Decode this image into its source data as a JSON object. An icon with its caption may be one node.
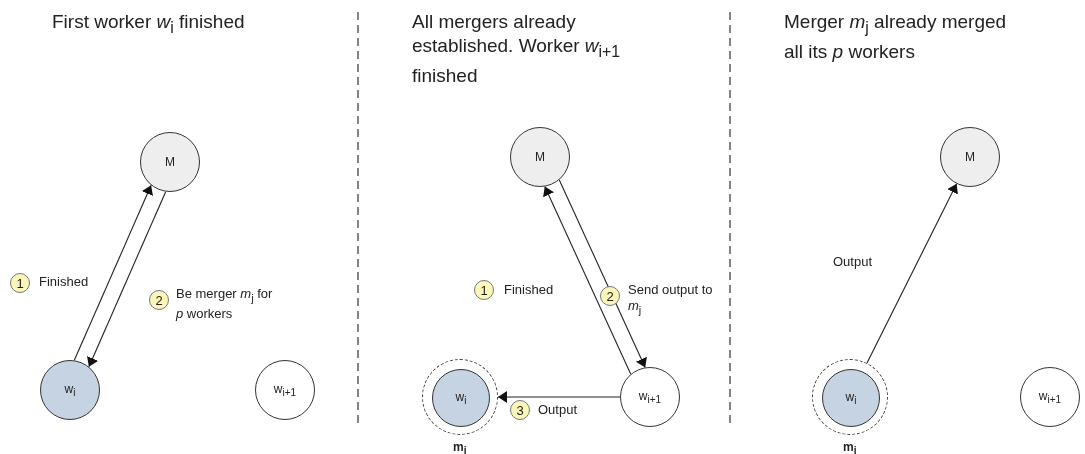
{
  "diagram": {
    "nodes": [
      {
        "text": [
          "M"
        ]
      },
      {
        "text": [
          "w$_{i}$"
        ]
      },
      {
        "text": [
          "w$_{i+1}$"
        ]
      },
      {
        "text": [
          "M"
        ]
      },
      {
        "text": [],
        "shape": "circle",
        "beside": [
          "m$_{i}$"
        ]
      },
      {
        "text": [
          "w$_{i}$"
        ],
        "in": 4
      },
      {
        "text": [
          "w$_{i+1}$"
        ]
      },
      {
        "text": [
          "M"
        ]
      },
      {
        "text": [],
        "shape": "circle",
        "beside": [
          "m$_{i}$"
        ]
      },
      {
        "text": [
          "w$_{i}$"
        ],
        "in": 8
      },
      {
        "text": [
          "w$_{i+1}$"
        ]
      }
    ],
    "edges": [
      {
        "from": 1,
        "to": 0,
        "arrow": "to",
        "label": "Finished"
      },
      {
        "from": 0,
        "to": 1,
        "arrow": "to",
        "label": "Be merger *m*$_{j}$ for *p* workers"
      },
      {
        "from": 6,
        "to": 3,
        "arrow": "to",
        "label": "Finished"
      },
      {
        "from": 3,
        "to": 6,
        "arrow": "to",
        "label": "Send output to *m*$_{j}$"
      },
      {
        "from": 6,
        "to": 4,
        "arrow": "to",
        "label": "Output"
      },
      {
        "from": 8,
        "to": 7,
        "arrow": "to",
        "label": "Output"
      }
    ],
    "labels": [
      "First worker *w*$_{i}$ finished",
      "All mergers already established. Worker *w*$_{i+1}$ finished",
      "Merger *m*$_{j}$ already merged all its *p* workers",
      "1",
      "2",
      "1",
      "2",
      "3"
    ]
  }
}
